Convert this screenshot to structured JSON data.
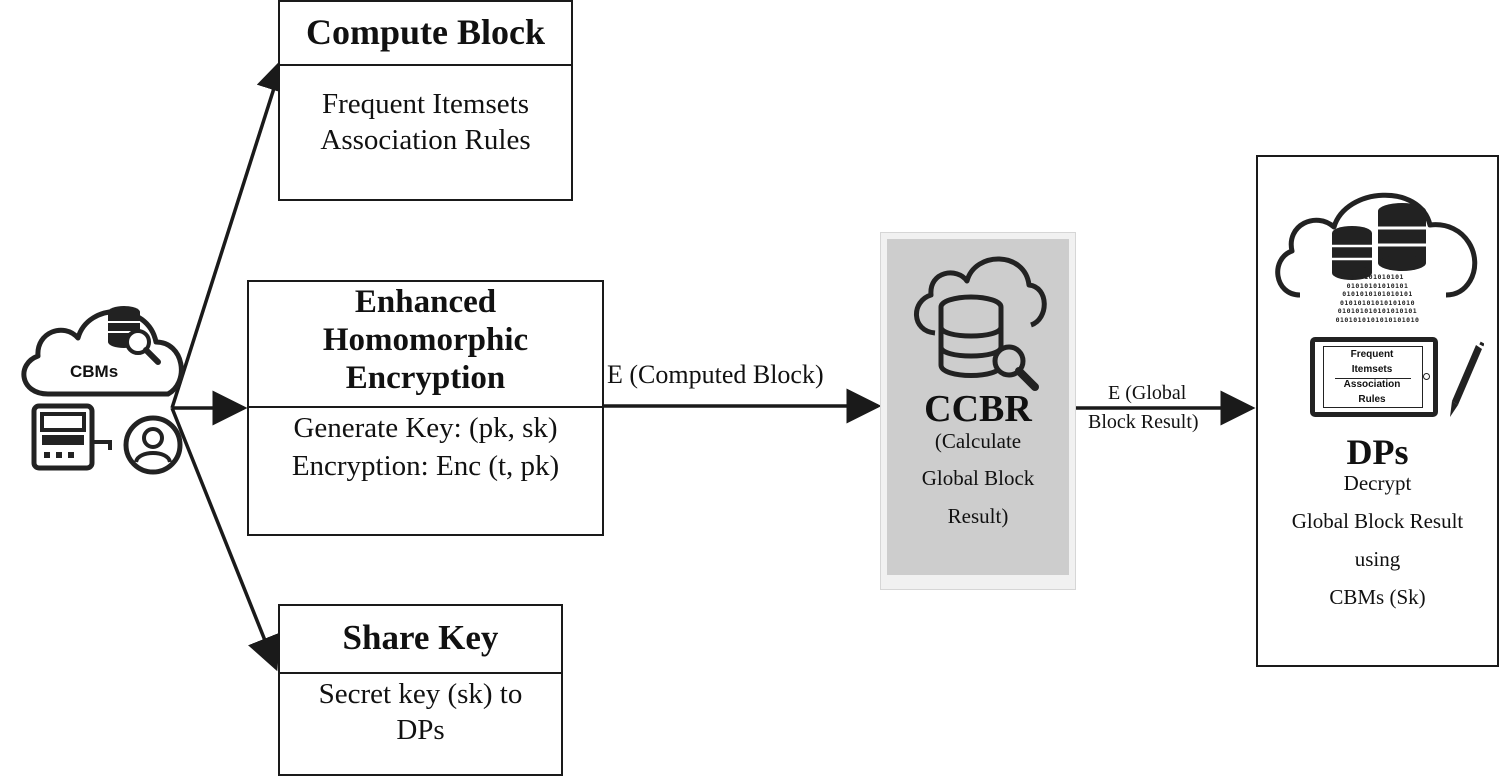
{
  "source_node": {
    "label": "CBMs"
  },
  "compute_block": {
    "title": "Compute Block",
    "lines": [
      "Frequent Itemsets",
      "Association Rules"
    ]
  },
  "encryption": {
    "title_lines": [
      "Enhanced",
      "Homomorphic",
      "Encryption"
    ],
    "lines": [
      "Generate Key: (pk, sk)",
      "Encryption: Enc (t, pk)"
    ]
  },
  "share_key": {
    "title": "Share Key",
    "lines": [
      "Secret key (sk) to",
      "DPs"
    ]
  },
  "edge_computed": {
    "label": "E (Computed Block)"
  },
  "ccbr": {
    "title": "CCBR",
    "lines": [
      "(Calculate",
      "Global Block",
      "Result)"
    ]
  },
  "edge_global": {
    "lines": [
      "E (Global",
      "Block Result)"
    ]
  },
  "dps": {
    "binary_lines": [
      "010101010101",
      "01010101010101",
      "0101010101010101",
      "01010101010101010",
      "010101010101010101",
      "0101010101010101010"
    ],
    "tablet_lines": [
      "Frequent",
      "Itemsets",
      "Association",
      "Rules"
    ],
    "title": "DPs",
    "lines": [
      "Decrypt",
      "Global Block Result",
      "using",
      "CBMs (Sk)"
    ]
  }
}
